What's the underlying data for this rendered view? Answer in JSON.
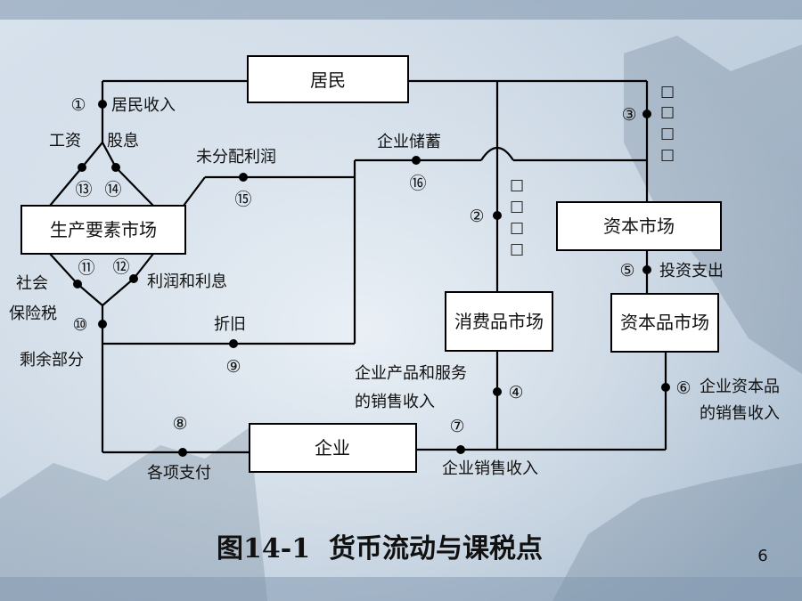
{
  "diagram": {
    "nodes": {
      "households": "居民",
      "factor_market": "生产要素市场",
      "capital_market": "资本市场",
      "consumer_goods_market": "消费品市场",
      "capital_goods_market": "资本品市场",
      "firms": "企业"
    },
    "labels": {
      "household_income": "居民收入",
      "wages": "工资",
      "dividends": "股息",
      "undistributed_profit": "未分配利润",
      "business_savings": "企业储蓄",
      "social_insurance_tax": [
        "社会",
        "保险税"
      ],
      "profit_interest": "利润和利息",
      "surplus": "剩余部分",
      "depreciation": "折旧",
      "product_sales": [
        "企业产品和服务",
        "的销售收入"
      ],
      "investment_spending": "投资支出",
      "capital_goods_sales": [
        "企业资本品",
        "的销售收入"
      ],
      "payments": "各项支付",
      "firm_sales": "企业销售收入"
    },
    "point_numbers": {
      "p1": "①",
      "p2": "②",
      "p3": "③",
      "p4": "④",
      "p5": "⑤",
      "p6": "⑥",
      "p7": "⑦",
      "p8": "⑧",
      "p9": "⑨",
      "p10": "⑩",
      "p11": "⑪",
      "p12": "⑫",
      "p13": "⑬",
      "p14": "⑭",
      "p15": "⑮",
      "p16": "⑯"
    },
    "unrendered_glyph": "□"
  },
  "caption": "图14-1  货币流动与课税点",
  "page_number": "6",
  "colors": {
    "background": "#b9c8d8",
    "box_fill": "#ffffff",
    "line": "#000000"
  }
}
